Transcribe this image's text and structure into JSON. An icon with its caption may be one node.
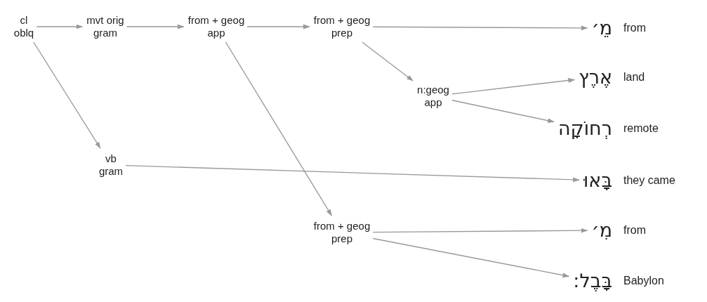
{
  "diagram": {
    "nodes": [
      {
        "text": [
          "cl oblq"
        ]
      },
      {
        "text": [
          "mvt orig gram"
        ]
      },
      {
        "text": [
          "from + geog app"
        ]
      },
      {
        "text": [
          "from + geog prep"
        ]
      },
      {
        "text": [
          "n:geog app"
        ]
      },
      {
        "text": [
          "vb gram"
        ]
      },
      {
        "text": [
          "from + geog prep"
        ]
      },
      {
        "text": [
          "מֵ׳"
        ],
        "beside": [
          "from"
        ]
      },
      {
        "text": [
          "אֶרֶץ"
        ],
        "beside": [
          "land"
        ]
      },
      {
        "text": [
          "רְחוֹקָה"
        ],
        "beside": [
          "remote"
        ]
      },
      {
        "text": [
          "בָּאוּ"
        ],
        "beside": [
          "they came"
        ]
      },
      {
        "text": [
          "מִ׳"
        ],
        "beside": [
          "from"
        ]
      },
      {
        "text": [
          "בָּבֶל:"
        ],
        "beside": [
          "Babylon"
        ]
      }
    ],
    "edges": [
      {
        "from": 0,
        "to": 1,
        "arrow": "to"
      },
      {
        "from": 1,
        "to": 2,
        "arrow": "to"
      },
      {
        "from": 2,
        "to": 3,
        "arrow": "to"
      },
      {
        "from": 3,
        "to": 7,
        "arrow": "to"
      },
      {
        "from": 3,
        "to": 4,
        "arrow": "to"
      },
      {
        "from": 4,
        "to": 8,
        "arrow": "to"
      },
      {
        "from": 4,
        "to": 9,
        "arrow": "to"
      },
      {
        "from": 0,
        "to": 5,
        "arrow": "to"
      },
      {
        "from": 5,
        "to": 10,
        "arrow": "to"
      },
      {
        "from": 2,
        "to": 6,
        "arrow": "to"
      },
      {
        "from": 6,
        "to": 11,
        "arrow": "to"
      },
      {
        "from": 6,
        "to": 12,
        "arrow": "to"
      }
    ]
  }
}
